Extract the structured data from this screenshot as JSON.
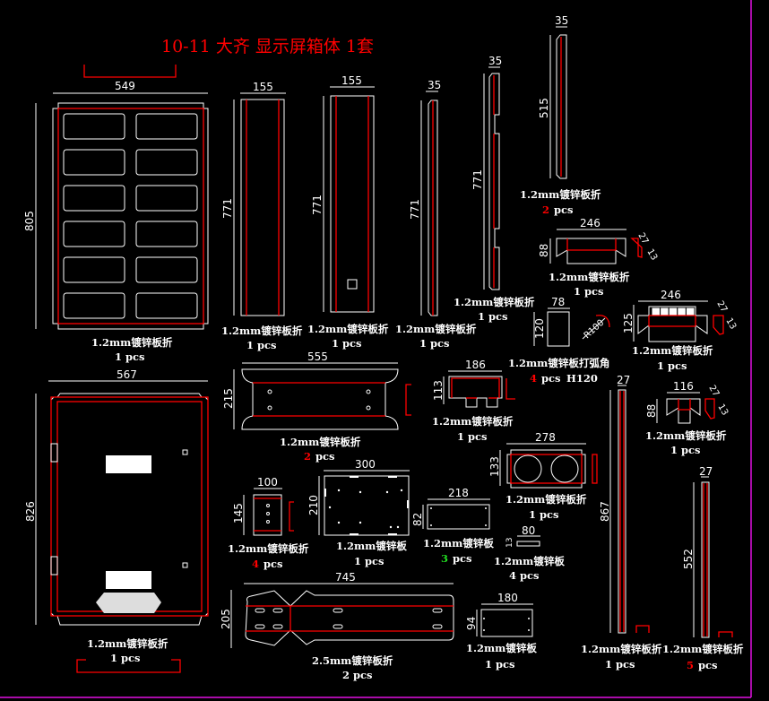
{
  "title": "10-11 大齐 显示屏箱体 1套",
  "colors": {
    "background": "#000000",
    "outline": "#ffffff",
    "bend_line": "#ff0000",
    "frame": "#e010e0",
    "qty_red": "#ff0000",
    "qty_green": "#22dd22"
  },
  "parts": [
    {
      "id": "front-panel",
      "dims": [
        "549",
        "805"
      ],
      "label": "1.2mm镀锌板折",
      "qty": "1",
      "unit": "pcs"
    },
    {
      "id": "side-155-a",
      "dims": [
        "155",
        "771"
      ],
      "label": "1.2mm镀锌板折",
      "qty": "1",
      "unit": "pcs"
    },
    {
      "id": "side-155-b",
      "dims": [
        "155",
        "771"
      ],
      "label": "1.2mm镀锌板折",
      "qty": "1",
      "unit": "pcs"
    },
    {
      "id": "strip-35-771",
      "dims": [
        "35",
        "771"
      ],
      "label": "1.2mm镀锌板折",
      "qty": "1",
      "unit": "pcs"
    },
    {
      "id": "strip-35-771-notched",
      "dims": [
        "35",
        "771"
      ],
      "label": "1.2mm镀锌板折",
      "qty": "1",
      "unit": "pcs"
    },
    {
      "id": "strip-35-515",
      "dims": [
        "35",
        "515"
      ],
      "label": "1.2mm镀锌板折",
      "qty": "2",
      "unit": "pcs"
    },
    {
      "id": "bracket-246-88",
      "dims": [
        "246",
        "88"
      ],
      "label": "1.2mm镀锌板折",
      "qty": "1",
      "unit": "pcs",
      "detail": [
        "27",
        "13"
      ]
    },
    {
      "id": "plate-78-120",
      "dims": [
        "78",
        "120"
      ],
      "label": "1.2mm镀锌板打弧角",
      "qty": "4",
      "unit": "pcs",
      "note": "H120",
      "arc": "R100"
    },
    {
      "id": "bracket-246-125",
      "dims": [
        "246",
        "125"
      ],
      "label": "1.2mm镀锌板折",
      "qty": "1",
      "unit": "pcs",
      "detail": [
        "27",
        "13"
      ]
    },
    {
      "id": "back-panel",
      "dims": [
        "567",
        "826"
      ],
      "label": "1.2mm镀锌板折",
      "qty": "1",
      "unit": "pcs"
    },
    {
      "id": "top-plate-555",
      "dims": [
        "555",
        "215"
      ],
      "label": "1.2mm镀锌板折",
      "qty": "2",
      "unit": "pcs"
    },
    {
      "id": "bracket-186",
      "dims": [
        "186",
        "113"
      ],
      "label": "1.2mm镀锌板折",
      "qty": "1",
      "unit": "pcs"
    },
    {
      "id": "bracket-116",
      "dims": [
        "116",
        "88"
      ],
      "label": "1.2mm镀锌板折",
      "qty": "1",
      "unit": "pcs",
      "detail": [
        "27",
        "13"
      ]
    },
    {
      "id": "speaker-plate-278",
      "dims": [
        "278",
        "133"
      ],
      "label": "1.2mm镀锌板折",
      "qty": "1",
      "unit": "pcs"
    },
    {
      "id": "plate-100-145",
      "dims": [
        "100",
        "145"
      ],
      "label": "1.2mm镀锌板折",
      "qty": "4",
      "unit": "pcs"
    },
    {
      "id": "plate-300-210",
      "dims": [
        "300",
        "210"
      ],
      "label": "1.2mm镀锌板",
      "qty": "1",
      "unit": "pcs"
    },
    {
      "id": "plate-218-82",
      "dims": [
        "218",
        "82"
      ],
      "label": "1.2mm镀锌板",
      "qty": "3",
      "unit": "pcs"
    },
    {
      "id": "strip-80-13",
      "dims": [
        "80",
        "13"
      ],
      "label": "1.2mm镀锌板",
      "qty": "4",
      "unit": "pcs"
    },
    {
      "id": "base-745",
      "dims": [
        "745",
        "205"
      ],
      "label": "2.5mm镀锌板折",
      "qty": "2",
      "unit": "pcs"
    },
    {
      "id": "plate-180-94",
      "dims": [
        "180",
        "94"
      ],
      "label": "1.2mm镀锌板",
      "qty": "1",
      "unit": "pcs"
    },
    {
      "id": "strip-27-867",
      "dims": [
        "27",
        "867"
      ],
      "label": "1.2mm镀锌板折",
      "qty": "1",
      "unit": "pcs"
    },
    {
      "id": "strip-27-552",
      "dims": [
        "27",
        "552"
      ],
      "label": "1.2mm镀锌板折",
      "qty": "5",
      "unit": "pcs"
    }
  ]
}
